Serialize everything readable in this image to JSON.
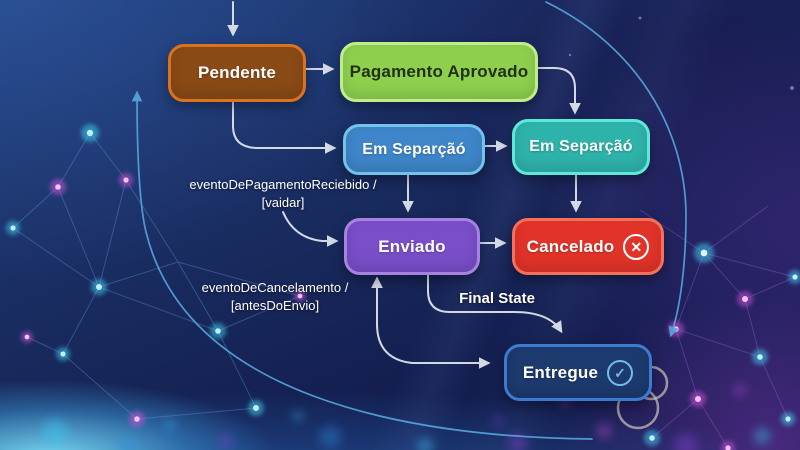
{
  "colors": {
    "edge": "#dde3ec",
    "curve": "#55a7dd",
    "background_base": "#172759",
    "glow_cyan": "#41d6f5",
    "glow_magenta": "#d355de"
  },
  "diagram": {
    "nodes": [
      {
        "id": "pendente",
        "label": "Pendente",
        "fill": "#8a4a16",
        "border": "#d9731f",
        "text": "#ffffff"
      },
      {
        "id": "pagamento-aprovado",
        "label": "Pagamento Aprovado",
        "fill": "#8ed04e",
        "border": "#c0ec8e",
        "text": "#223014"
      },
      {
        "id": "em-separacao-azul",
        "label": "Em Separçãó",
        "fill": "#3e86c9",
        "border": "#72c3ec",
        "text": "#ffffff"
      },
      {
        "id": "em-separacao-teal",
        "label": "Em Separçãó",
        "fill": "#2eb3ab",
        "border": "#5ce8da",
        "text": "#ffffff"
      },
      {
        "id": "enviado",
        "label": "Enviado",
        "fill": "#7a4ec9",
        "border": "#a683e3",
        "text": "#ffffff"
      },
      {
        "id": "cancelado",
        "label": "Cancelado",
        "fill": "#e23329",
        "border": "#f4705b",
        "text": "#ffffff",
        "icon": "x-circle"
      },
      {
        "id": "entregue",
        "label": "Entregue",
        "fill": "#1d3a6e",
        "border": "#3d7ad4",
        "text": "#ffffff",
        "icon": "check-circle"
      }
    ],
    "icons": {
      "x_glyph": "✕",
      "check_glyph": "✓"
    },
    "labels": {
      "evento_pagamento_line1": "eventoDePagamentoReciebido /",
      "evento_pagamento_line2": "[vaidar]",
      "evento_cancelamento_line1": "eventoDeCancelamento /",
      "evento_cancelamento_line2": "[antesDoEnvio]",
      "final_state": "Final State"
    }
  }
}
